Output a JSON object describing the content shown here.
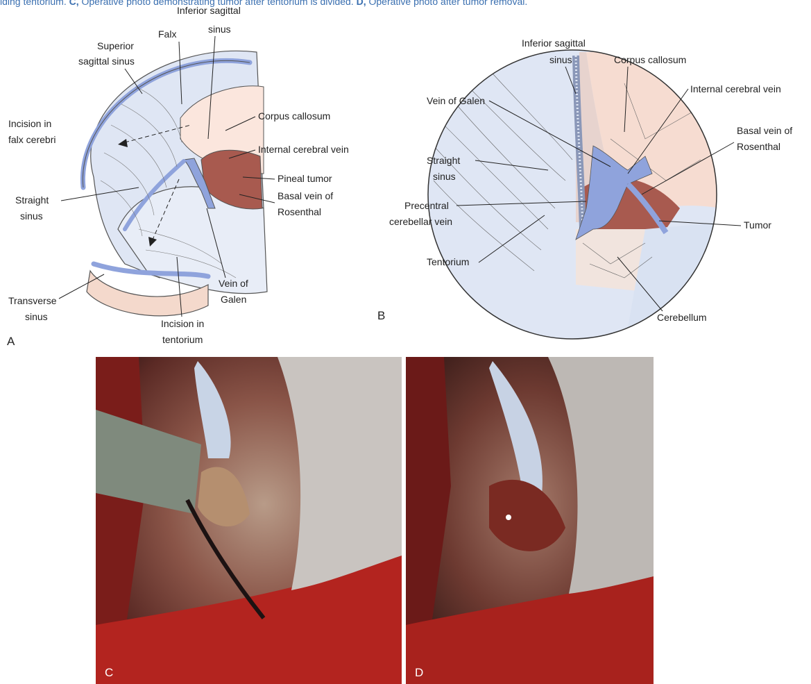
{
  "caption": {
    "pre": "iding tentorium. ",
    "c_letter": "C,",
    "c_text": " Operative photo demonstrating tumor after tentorium is divided. ",
    "d_letter": "D,",
    "d_text": " Operative photo after tumor removal."
  },
  "panel_a": {
    "letter": "A",
    "labels": {
      "inferior_sagittal_1": "Inferior sagittal",
      "inferior_sagittal_2": "sinus",
      "falx": "Falx",
      "superior_sagittal_1": "Superior",
      "superior_sagittal_2": "sagittal sinus",
      "corpus_callosum": "Corpus callosum",
      "incision_falx_1": "Incision in",
      "incision_falx_2": "falx cerebri",
      "internal_cerebral_vein": "Internal cerebral vein",
      "pineal_tumor": "Pineal tumor",
      "basal_vein_1": "Basal vein of",
      "basal_vein_2": "Rosenthal",
      "straight_sinus_1": "Straight",
      "straight_sinus_2": "sinus",
      "vein_of_galen_1": "Vein of",
      "vein_of_galen_2": "Galen",
      "transverse_sinus_1": "Transverse",
      "transverse_sinus_2": "sinus",
      "incision_tentorium_1": "Incision in",
      "incision_tentorium_2": "tentorium"
    }
  },
  "panel_b": {
    "letter": "B",
    "labels": {
      "inferior_sagittal_1": "Inferior sagittal",
      "inferior_sagittal_2": "sinus",
      "corpus_callosum": "Corpus callosum",
      "internal_cerebral_vein": "Internal cerebral vein",
      "vein_of_galen": "Vein of Galen",
      "basal_vein_1": "Basal vein of",
      "basal_vein_2": "Rosenthal",
      "straight_sinus_1": "Straight",
      "straight_sinus_2": "sinus",
      "precentral_1": "Precentral",
      "precentral_2": "cerebellar vein",
      "tumor": "Tumor",
      "tentorium": "Tentorium",
      "cerebellum": "Cerebellum"
    }
  },
  "photos": {
    "c_letter": "C",
    "d_letter": "D"
  },
  "colors": {
    "caption": "#3a6fb0",
    "vein_blue": "#8fa3dc",
    "membrane_blue": "#dfe6f4",
    "tissue_pink": "#f4d9cc",
    "tumor_red": "#a85a4f"
  }
}
